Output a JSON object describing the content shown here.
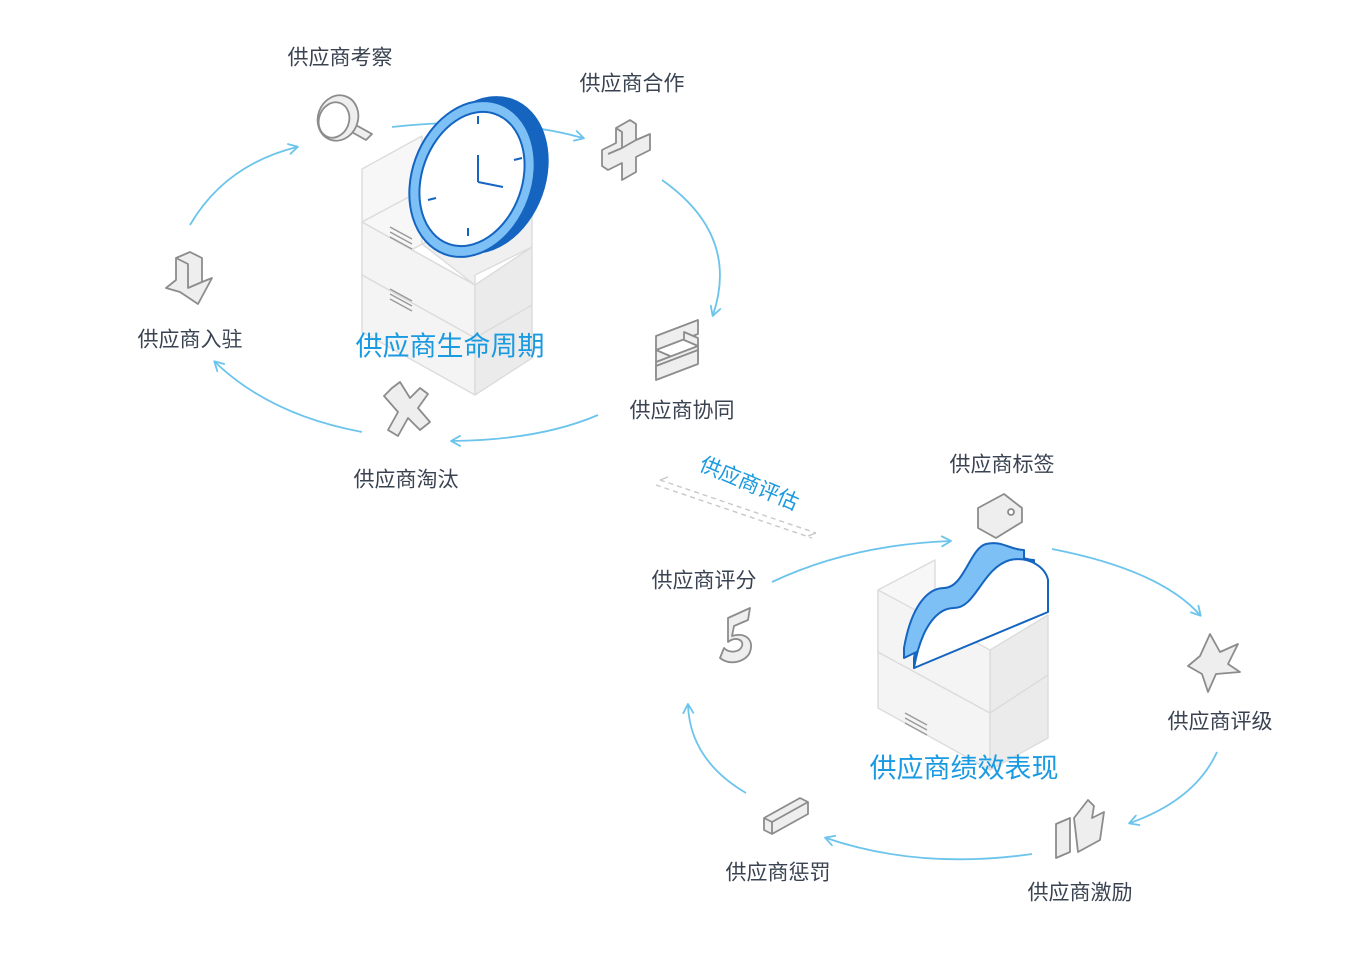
{
  "colors": {
    "accent": "#1a9ae0",
    "arrow": "#6cc4ec",
    "icon_fill": "#eeeeee",
    "icon_stroke": "#8c8c8c",
    "box_fill": "#f2f2f2",
    "box_stroke": "#dcdcdc",
    "blue_dark": "#1565c0",
    "blue_mid": "#2d8fe6",
    "blue_light": "#7cc0f6",
    "text": "#3a4352"
  },
  "lifecycle": {
    "title": "供应商生命周期",
    "stages": [
      {
        "label": "供应商考察",
        "icon": "magnifier-icon"
      },
      {
        "label": "供应商合作",
        "icon": "plus-icon"
      },
      {
        "label": "供应商协同",
        "icon": "s-shape-icon"
      },
      {
        "label": "供应商淘汰",
        "icon": "cross-icon"
      },
      {
        "label": "供应商入驻",
        "icon": "down-arrow-icon"
      }
    ]
  },
  "link": {
    "label": "供应商评估"
  },
  "performance": {
    "title": "供应商绩效表现",
    "stages": [
      {
        "label": "供应商标签",
        "icon": "tag-icon"
      },
      {
        "label": "供应商评级",
        "icon": "star-icon"
      },
      {
        "label": "供应商激励",
        "icon": "thumbs-up-icon"
      },
      {
        "label": "供应商惩罚",
        "icon": "minus-icon"
      },
      {
        "label": "供应商评分",
        "icon": "number-five-icon"
      }
    ]
  }
}
